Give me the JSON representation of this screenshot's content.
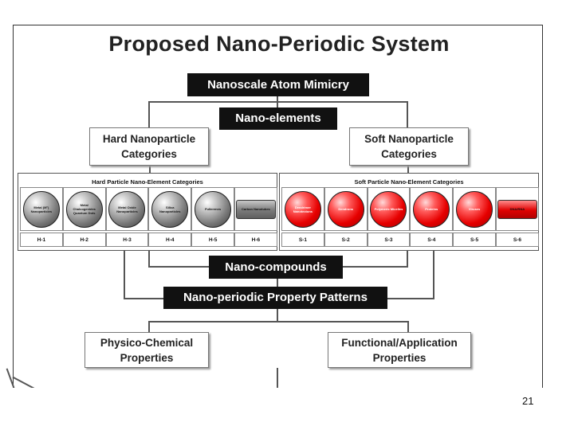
{
  "title": "Proposed Nano-Periodic System",
  "mimicry": "Nanoscale Atom Mimicry",
  "nano_elements": "Nano-elements",
  "hard_categories": "Hard Nanoparticle Categories",
  "soft_categories": "Soft Nanoparticle Categories",
  "hard_panel_title": "Hard Particle Nano-Element Categories",
  "soft_panel_title": "Soft Particle Nano-Element Categories",
  "hard_elements": [
    {
      "code": "H-1",
      "label": "Metal (M°) Nanoparticles",
      "shape": "sphere"
    },
    {
      "code": "H-2",
      "label": "Metal Chalcogenides Quantum Dots",
      "shape": "sphere"
    },
    {
      "code": "H-3",
      "label": "Metal Oxide Nanoparticles",
      "shape": "sphere"
    },
    {
      "code": "H-4",
      "label": "Silica Nanoparticles",
      "shape": "sphere"
    },
    {
      "code": "H-5",
      "label": "Fullerenes",
      "shape": "sphere"
    },
    {
      "code": "H-6",
      "label": "Carbon Nanotubes",
      "shape": "rod"
    }
  ],
  "soft_elements": [
    {
      "code": "S-1",
      "label": "Dendrimer Nanotectons",
      "shape": "sphere"
    },
    {
      "code": "S-2",
      "label": "Dendrons",
      "shape": "sphere"
    },
    {
      "code": "S-3",
      "label": "Polymeric Micelles",
      "shape": "sphere"
    },
    {
      "code": "S-4",
      "label": "Proteins",
      "shape": "sphere"
    },
    {
      "code": "S-5",
      "label": "Viruses",
      "shape": "sphere"
    },
    {
      "code": "S-6",
      "label": "DNA/RNA",
      "shape": "rod"
    }
  ],
  "nano_compounds": "Nano-compounds",
  "property_patterns": "Nano-periodic Property Patterns",
  "physico_chemical": "Physico-Chemical Properties",
  "functional": "Functional/Application Properties",
  "page_number": "21",
  "colors": {
    "hard": "#808080",
    "soft": "#e60000",
    "box": "#111111"
  }
}
